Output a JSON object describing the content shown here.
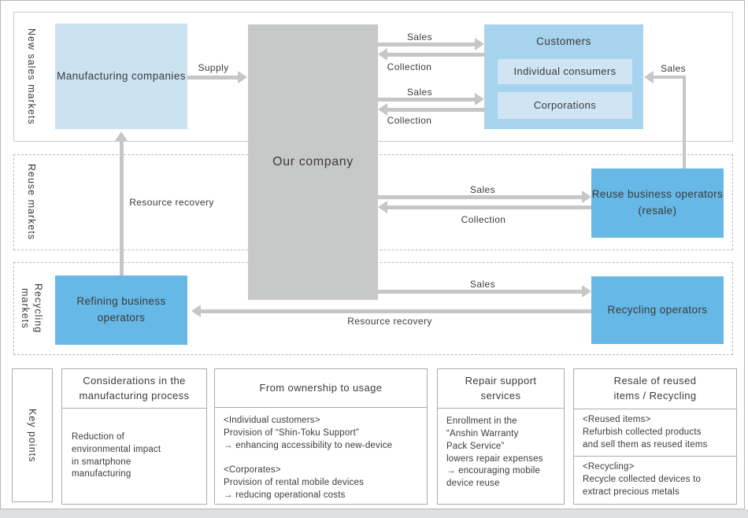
{
  "sections": {
    "new_sales": {
      "label": "New sales markets"
    },
    "reuse": {
      "label": "Reuse markets"
    },
    "recycling": {
      "label": "Recycling\nmarkets"
    },
    "key_points": {
      "label": "Key points"
    }
  },
  "nodes": {
    "manufacturing": "Manufacturing companies",
    "our_company": "Our company",
    "customers": "Customers",
    "individual_consumers": "Individual consumers",
    "corporations": "Corporations",
    "reuse_operators": "Reuse business operators (resale)",
    "refining_operators": "Refining business operators",
    "recycling_operators": "Recycling operators"
  },
  "flows": {
    "supply": "Supply",
    "sales_to_individual": "Sales",
    "collection_from_individual": "Collection",
    "sales_to_corporations": "Sales",
    "collection_from_corporations": "Collection",
    "sales_reuse_to_customers": "Sales",
    "sales_to_reuse": "Sales",
    "collection_from_reuse": "Collection",
    "sales_to_recycling": "Sales",
    "resource_recovery_horizontal": "Resource recovery",
    "resource_recovery_vertical": "Resource recovery"
  },
  "key_points": {
    "columns": [
      {
        "title": "Considerations in the\nmanufacturing process",
        "body": "Reduction of\nenvironmental impact\nin smartphone\nmanufacturing"
      },
      {
        "title": "From ownership to usage",
        "body": "<Individual customers>\nProvision of “Shin-Toku Support”\n→ enhancing accessibility to new-device\n\n<Corporates>\nProvision of rental mobile devices\n→ reducing operational costs"
      },
      {
        "title": "Repair support\nservices",
        "body": "Enrollment in the\n“Anshin Warranty\nPack Service”\nlowers repair expenses\n→ encouraging mobile\ndevice reuse"
      },
      {
        "title": "Resale of reused\nitems / Recycling",
        "body_top": "<Reused items>\nRefurbish collected products\nand sell them as reused items",
        "body_bottom": "<Recycling>\nRecycle collected devices to\nextract precious metals"
      }
    ]
  },
  "colors": {
    "strong_blue": "#66b8e6",
    "light_blue": "#cbe2f2",
    "mid_blue": "#a8d3ee",
    "panel_blue": "#cfe5f4",
    "gray_box": "#c7c8c8",
    "arrow_gray": "#c6c6c6",
    "text": "#3a3a3a"
  }
}
